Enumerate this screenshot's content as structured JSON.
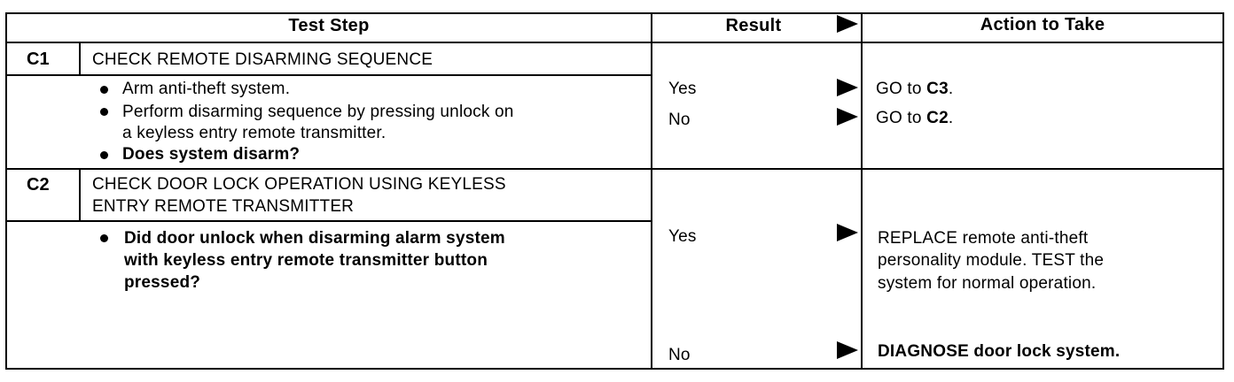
{
  "header": {
    "test_step": "Test Step",
    "result": "Result",
    "action": "Action to Take"
  },
  "steps": [
    {
      "id": "C1",
      "title": "CHECK REMOTE DISARMING SEQUENCE",
      "bullets": [
        "Arm anti-theft system.",
        "Perform disarming sequence by pressing unlock on",
        "a keyless entry remote transmitter.",
        "Does system disarm?"
      ],
      "results": [
        {
          "label": "Yes",
          "action_prefix": "GO to ",
          "action_bold": "C3",
          "action_suffix": "."
        },
        {
          "label": "No",
          "action_prefix": "GO to ",
          "action_bold": "C2",
          "action_suffix": "."
        }
      ]
    },
    {
      "id": "C2",
      "title_line1": "CHECK DOOR LOCK OPERATION USING KEYLESS",
      "title_line2": "ENTRY REMOTE TRANSMITTER",
      "question_lines": [
        "Did door unlock when disarming alarm system",
        "with keyless entry remote transmitter button",
        "pressed?"
      ],
      "results": [
        {
          "label": "Yes",
          "action_lines": [
            "REPLACE remote anti-theft",
            "personality module. TEST the",
            "system for normal operation."
          ]
        },
        {
          "label": "No",
          "action_bold": "DIAGNOSE door lock system."
        }
      ]
    }
  ]
}
